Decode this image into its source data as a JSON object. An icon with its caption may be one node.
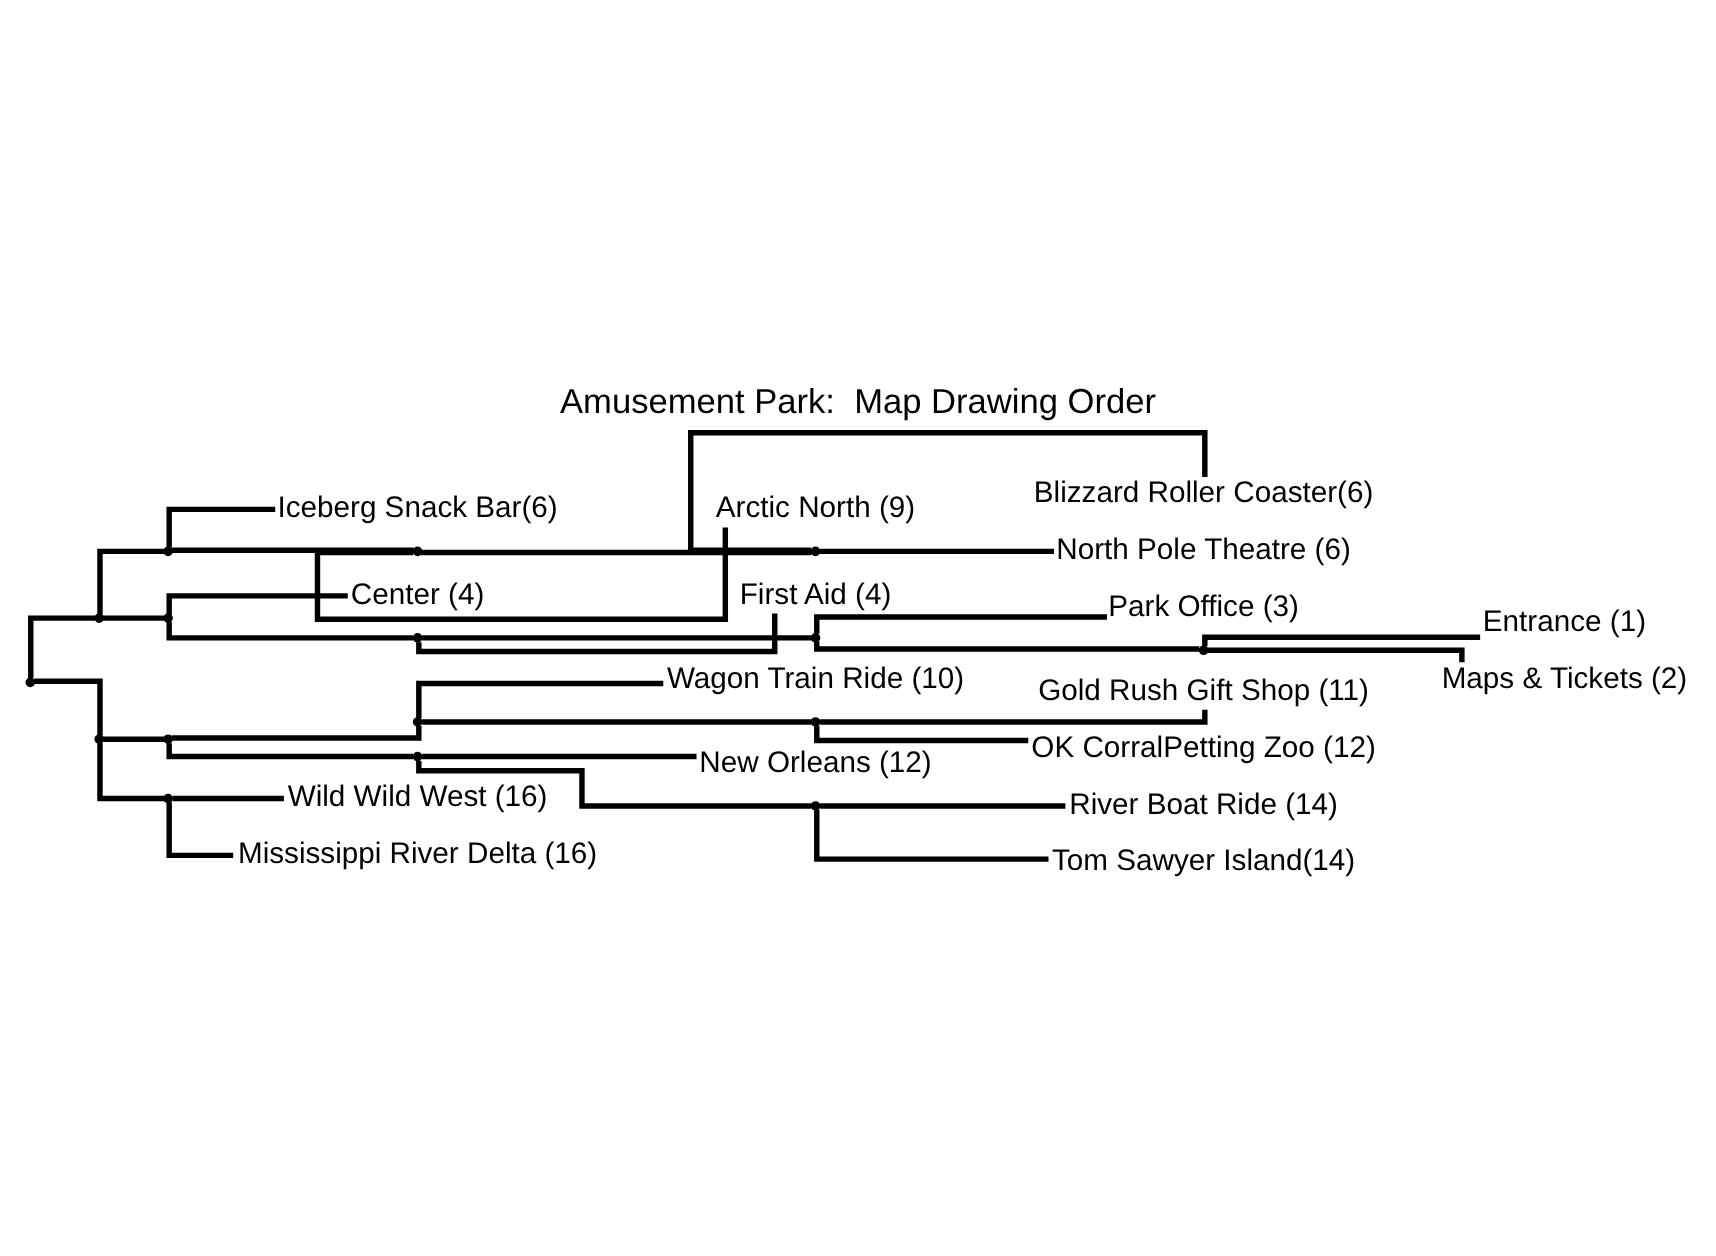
{
  "diagram": {
    "title": "Amusement Park:  Map Drawing Order",
    "nodes": [
      {
        "text": [
          "Entrance (1)"
        ]
      },
      {
        "text": [
          "Maps & Tickets (2)"
        ]
      },
      {
        "text": [
          "Park Office (3)"
        ]
      },
      {
        "text": [
          "First Aid (4)"
        ]
      },
      {
        "text": [
          "Center (4)"
        ]
      },
      {
        "text": [
          "Iceberg Snack Bar(6)"
        ]
      },
      {
        "text": [
          "Blizzard Roller Coaster(6)"
        ]
      },
      {
        "text": [
          "North Pole Theatre (6)"
        ]
      },
      {
        "text": [
          "Arctic North (9)"
        ]
      },
      {
        "text": [
          "Wagon Train Ride (10)"
        ]
      },
      {
        "text": [
          "Gold Rush Gift Shop (11)"
        ]
      },
      {
        "text": [
          "OK CorralPetting Zoo (12)"
        ]
      },
      {
        "text": [
          "New Orleans (12)"
        ]
      },
      {
        "text": [
          "River Boat Ride (14)"
        ]
      },
      {
        "text": [
          "Tom Sawyer Island(14)"
        ]
      },
      {
        "text": [
          "Wild Wild West (16)"
        ]
      },
      {
        "text": [
          "Mississippi River Delta (16)"
        ]
      },
      {
        "text": [],
        "shape": "point"
      },
      {
        "text": [],
        "shape": "point"
      },
      {
        "text": [],
        "shape": "point"
      },
      {
        "text": [],
        "shape": "point"
      },
      {
        "text": [],
        "shape": "point"
      },
      {
        "text": [],
        "shape": "point"
      },
      {
        "text": [],
        "shape": "point"
      },
      {
        "text": [],
        "shape": "point"
      },
      {
        "text": [],
        "shape": "point"
      },
      {
        "text": [],
        "shape": "point"
      },
      {
        "text": [],
        "shape": "point"
      },
      {
        "text": [],
        "shape": "point"
      },
      {
        "text": [],
        "shape": "point"
      },
      {
        "text": [],
        "shape": "point"
      },
      {
        "text": [],
        "shape": "point"
      },
      {
        "text": [],
        "shape": "point"
      }
    ],
    "edges": [
      {
        "from": 17,
        "to": 18,
        "arrow": "none"
      },
      {
        "from": 17,
        "to": 19,
        "arrow": "none"
      },
      {
        "from": 18,
        "to": 26,
        "arrow": "none"
      },
      {
        "from": 18,
        "to": 21,
        "arrow": "none"
      },
      {
        "from": 26,
        "to": 28,
        "arrow": "none"
      },
      {
        "from": 26,
        "to": 4,
        "arrow": "none"
      },
      {
        "from": 28,
        "to": 29,
        "arrow": "none"
      },
      {
        "from": 28,
        "to": 3,
        "arrow": "none"
      },
      {
        "from": 29,
        "to": 32,
        "arrow": "none"
      },
      {
        "from": 29,
        "to": 2,
        "arrow": "none"
      },
      {
        "from": 32,
        "to": 0,
        "arrow": "none"
      },
      {
        "from": 32,
        "to": 1,
        "arrow": "none"
      },
      {
        "from": 21,
        "to": 5,
        "arrow": "none"
      },
      {
        "from": 21,
        "to": 22,
        "arrow": "none"
      },
      {
        "from": 22,
        "to": 25,
        "arrow": "none"
      },
      {
        "from": 22,
        "to": 8,
        "arrow": "none"
      },
      {
        "from": 25,
        "to": 6,
        "arrow": "none"
      },
      {
        "from": 25,
        "to": 7,
        "arrow": "none"
      },
      {
        "from": 19,
        "to": 20,
        "arrow": "none"
      },
      {
        "from": 19,
        "to": 24,
        "arrow": "none"
      },
      {
        "from": 20,
        "to": 23,
        "arrow": "none"
      },
      {
        "from": 20,
        "to": 27,
        "arrow": "none"
      },
      {
        "from": 23,
        "to": 9,
        "arrow": "none"
      },
      {
        "from": 23,
        "to": 31,
        "arrow": "none"
      },
      {
        "from": 31,
        "to": 10,
        "arrow": "none"
      },
      {
        "from": 31,
        "to": 11,
        "arrow": "none"
      },
      {
        "from": 27,
        "to": 12,
        "arrow": "none"
      },
      {
        "from": 27,
        "to": 30,
        "arrow": "none"
      },
      {
        "from": 30,
        "to": 13,
        "arrow": "none"
      },
      {
        "from": 30,
        "to": 14,
        "arrow": "none"
      },
      {
        "from": 24,
        "to": 15,
        "arrow": "none"
      },
      {
        "from": 24,
        "to": 16,
        "arrow": "none"
      }
    ]
  }
}
